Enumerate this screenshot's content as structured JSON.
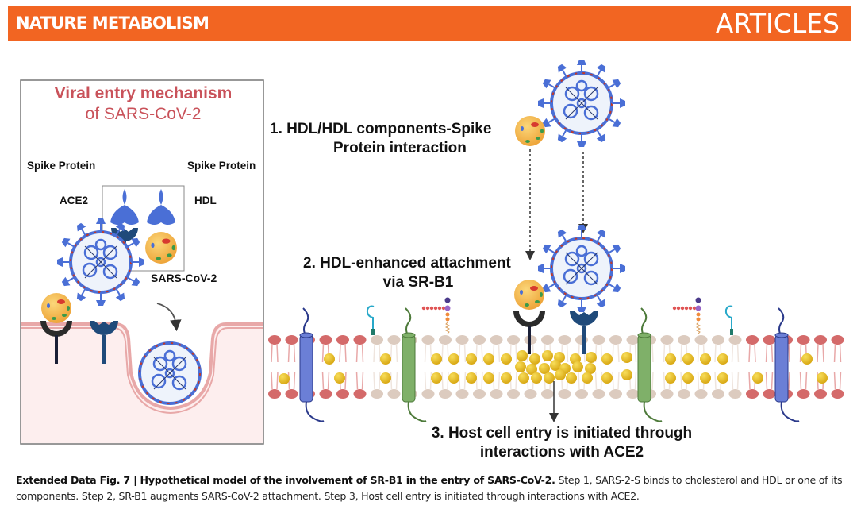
{
  "header": {
    "journal": "NATURE METABOLISM",
    "section": "ARTICLES",
    "banner_color": "#f26522"
  },
  "figure": {
    "inset_panel": {
      "title_line1": "Viral entry mechanism",
      "title_line2": "of SARS-CoV-2",
      "title_color": "#c9525a",
      "labels": {
        "spike_left": "Spike Protein",
        "spike_right": "Spike Protein",
        "ace2": "ACE2",
        "hdl": "HDL",
        "virus": "SARS-CoV-2"
      }
    },
    "steps": [
      {
        "line1": "1.  HDL/HDL components-Spike",
        "line2": "Protein interaction"
      },
      {
        "line1": "2.  HDL-enhanced attachment",
        "line2": "via SR-B1"
      },
      {
        "line1": "3. Host cell entry is initiated through",
        "line2": "interactions with ACE2"
      }
    ],
    "colors": {
      "spike": "#4a6fd6",
      "ace2": "#1f4a7a",
      "srb1": "#2b2b2b",
      "hdl": "#f0b340",
      "cholesterol": "#e9c12a",
      "lipid_red": "#d46a6a",
      "lipid_beige": "#dccbbf",
      "membrane_protein_blue": "#6b7fd6",
      "membrane_protein_green": "#7fb069",
      "cell_interior": "#fdeeee"
    }
  },
  "caption": {
    "label": "Extended Data Fig. 7 | Hypothetical model of the involvement of SR-B1 in the entry of SARS-CoV-2.",
    "text": " Step 1, SARS-2-S binds to cholesterol and HDL or one of its components. Step 2, SR-B1 augments SARS-CoV-2 attachment. Step 3, Host cell entry is initiated through interactions with ACE2."
  }
}
